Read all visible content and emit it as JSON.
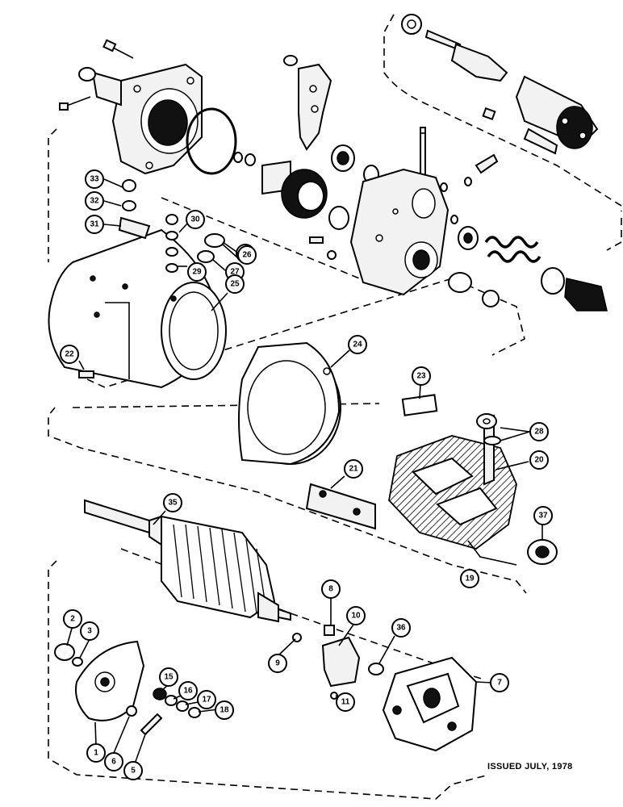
{
  "diagram": {
    "callouts": [
      {
        "id": "33",
        "label": "33"
      },
      {
        "id": "32",
        "label": "32"
      },
      {
        "id": "31",
        "label": "31"
      },
      {
        "id": "30",
        "label": "30"
      },
      {
        "id": "29",
        "label": "29"
      },
      {
        "id": "28a",
        "label": "28"
      },
      {
        "id": "27",
        "label": "27"
      },
      {
        "id": "26",
        "label": "26"
      },
      {
        "id": "25",
        "label": "25"
      },
      {
        "id": "24",
        "label": "24"
      },
      {
        "id": "23",
        "label": "23"
      },
      {
        "id": "22",
        "label": "22"
      },
      {
        "id": "28b",
        "label": "28"
      },
      {
        "id": "20",
        "label": "20"
      },
      {
        "id": "21",
        "label": "21"
      },
      {
        "id": "37",
        "label": "37"
      },
      {
        "id": "19",
        "label": "19"
      },
      {
        "id": "35",
        "label": "35"
      },
      {
        "id": "8",
        "label": "8"
      },
      {
        "id": "10",
        "label": "10"
      },
      {
        "id": "36",
        "label": "36"
      },
      {
        "id": "2",
        "label": "2"
      },
      {
        "id": "3",
        "label": "3"
      },
      {
        "id": "9",
        "label": "9"
      },
      {
        "id": "7",
        "label": "7"
      },
      {
        "id": "15",
        "label": "15"
      },
      {
        "id": "16",
        "label": "16"
      },
      {
        "id": "17",
        "label": "17"
      },
      {
        "id": "18",
        "label": "18"
      },
      {
        "id": "11",
        "label": "11"
      },
      {
        "id": "1",
        "label": "1"
      },
      {
        "id": "6",
        "label": "6"
      },
      {
        "id": "5",
        "label": "5"
      }
    ]
  },
  "footer": {
    "issued": "ISSUED JULY, 1978"
  }
}
